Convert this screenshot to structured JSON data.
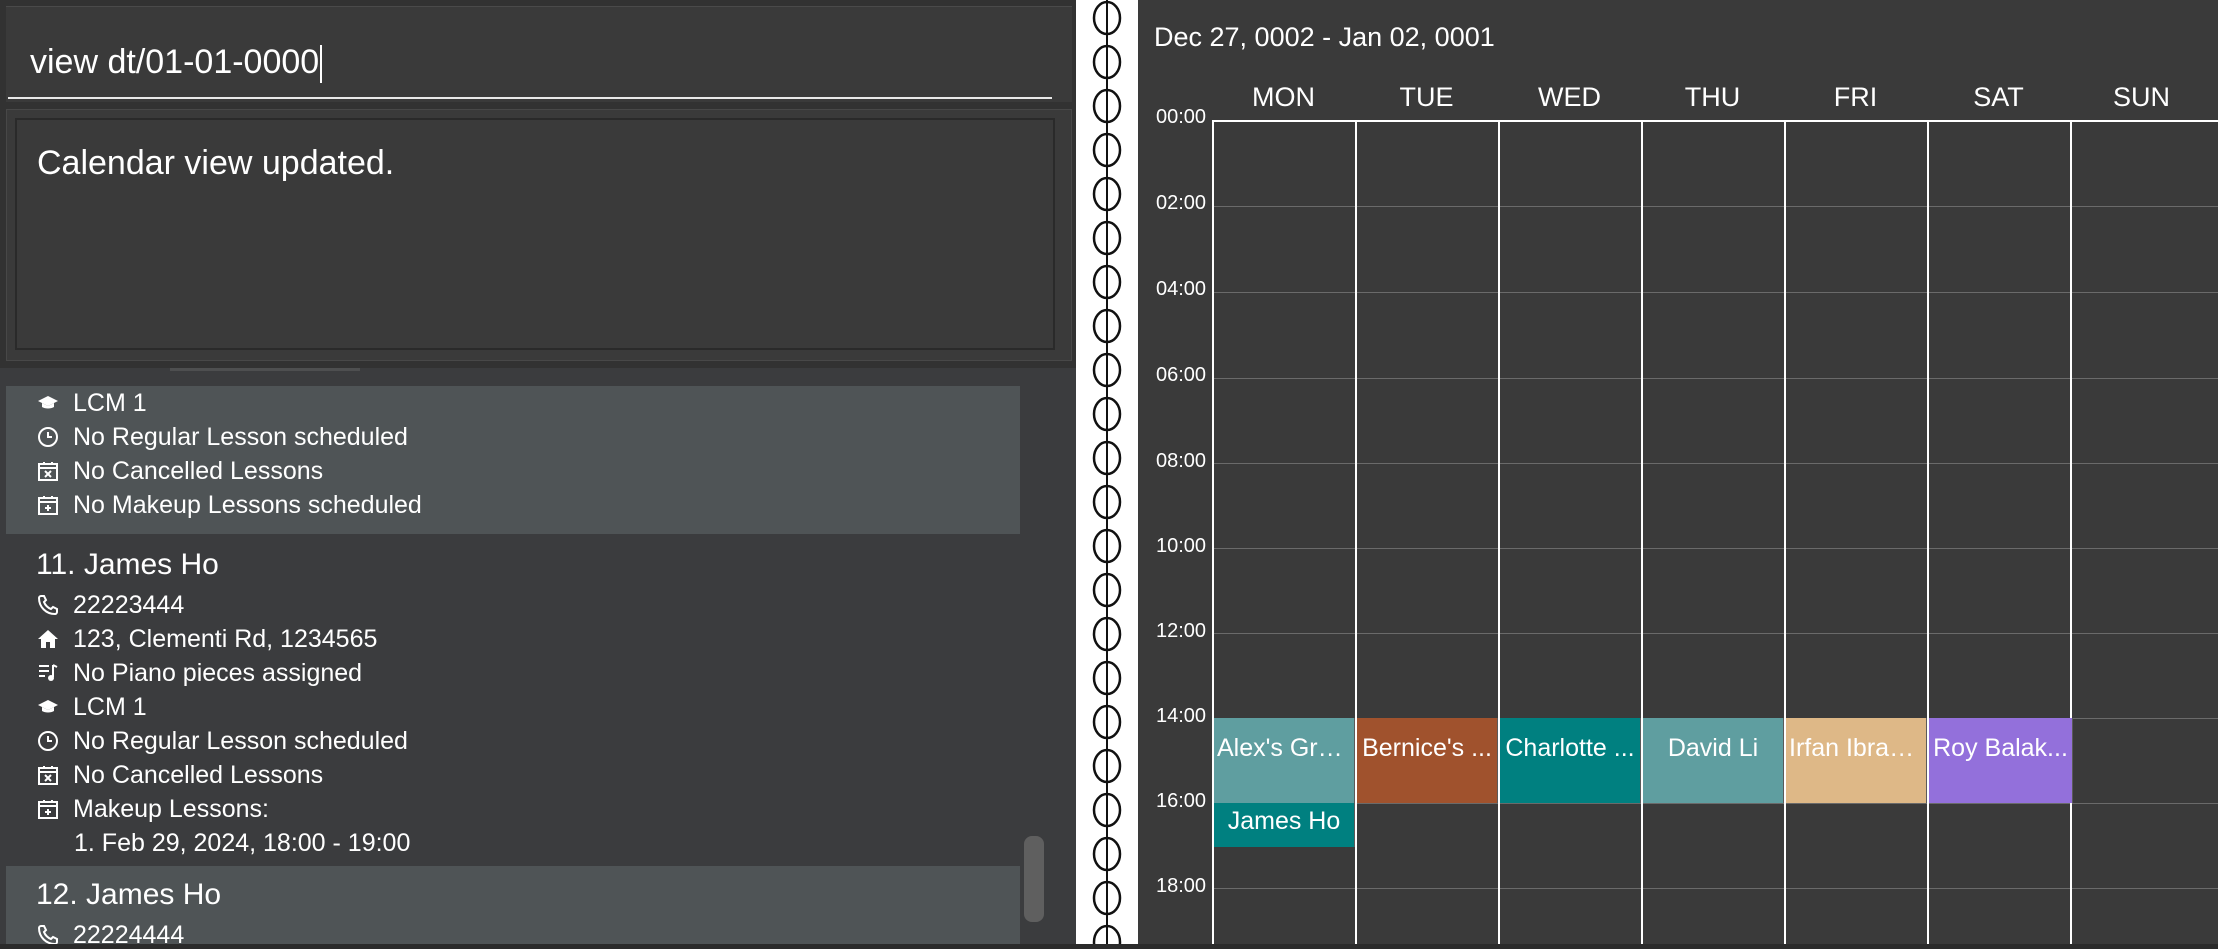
{
  "command": {
    "value": "view dt/01-01-0000"
  },
  "result": {
    "message": "Calendar view updated."
  },
  "students": {
    "partial_prev": {
      "rows": [
        "LCM 1",
        "No Regular Lesson scheduled",
        "No Cancelled Lessons",
        "No Makeup Lessons scheduled"
      ]
    },
    "card11": {
      "title": "11. James Ho",
      "phone": "22223444",
      "address": "123, Clementi Rd, 1234565",
      "pieces": "No Piano pieces assigned",
      "grade": "LCM 1",
      "regular": "No Regular Lesson scheduled",
      "cancelled": "No Cancelled Lessons",
      "makeup_label": "Makeup Lessons:",
      "makeup_item": "1. Feb 29, 2024, 18:00 - 19:00"
    },
    "card12": {
      "title": "12. James Ho",
      "phone": "22224444"
    }
  },
  "calendar": {
    "date_range": "Dec 27, 0002 - Jan 02, 0001",
    "days": [
      "MON",
      "TUE",
      "WED",
      "THU",
      "FRI",
      "SAT",
      "SUN"
    ],
    "times": [
      "00:00",
      "02:00",
      "04:00",
      "06:00",
      "08:00",
      "10:00",
      "12:00",
      "14:00",
      "16:00",
      "18:00"
    ],
    "events": [
      {
        "label": "Alex's Gro...",
        "color": "#5f9ea0"
      },
      {
        "label": "Bernice's ...",
        "color": "#a0522d"
      },
      {
        "label": "Charlotte ...",
        "color": "#008080"
      },
      {
        "label": "David Li",
        "color": "#5f9ea0"
      },
      {
        "label": "Irfan Ibrah...",
        "color": "#deb887"
      },
      {
        "label": "Roy Balak...",
        "color": "#9370db"
      },
      {
        "label": "James Ho",
        "color": "#008080"
      }
    ]
  }
}
